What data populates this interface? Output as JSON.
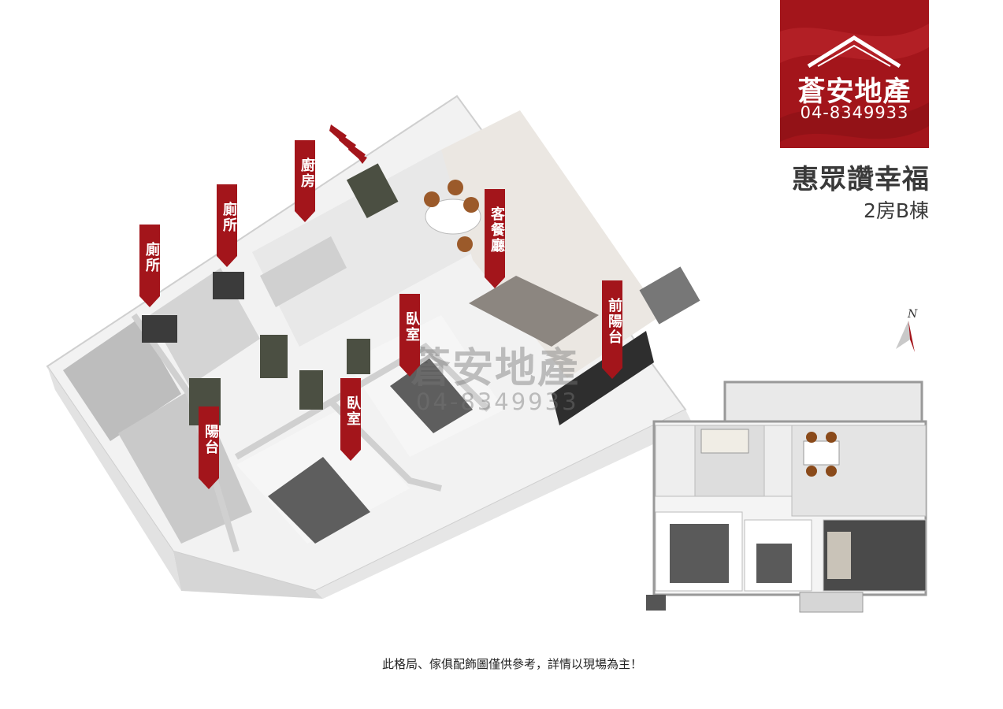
{
  "brand": {
    "name": "蒼安地產",
    "phone": "04-8349933",
    "accent_color": "#a3151b"
  },
  "project": {
    "title": "惠眾讚幸福",
    "unit_type": "2房B棟"
  },
  "room_labels": {
    "kitchen": "廚房",
    "toilet_1": "廁所",
    "toilet_2": "廁所",
    "living_dining": "客餐廳",
    "front_balcony": "前陽台",
    "bedroom_1": "臥室",
    "bedroom_2": "臥室",
    "balcony": "陽台"
  },
  "watermark": {
    "name": "蒼安地產",
    "phone": "04-8349933"
  },
  "compass": {
    "label": "N"
  },
  "disclaimer": "此格局、傢俱配飾圖僅供參考，詳情以現場為主！"
}
